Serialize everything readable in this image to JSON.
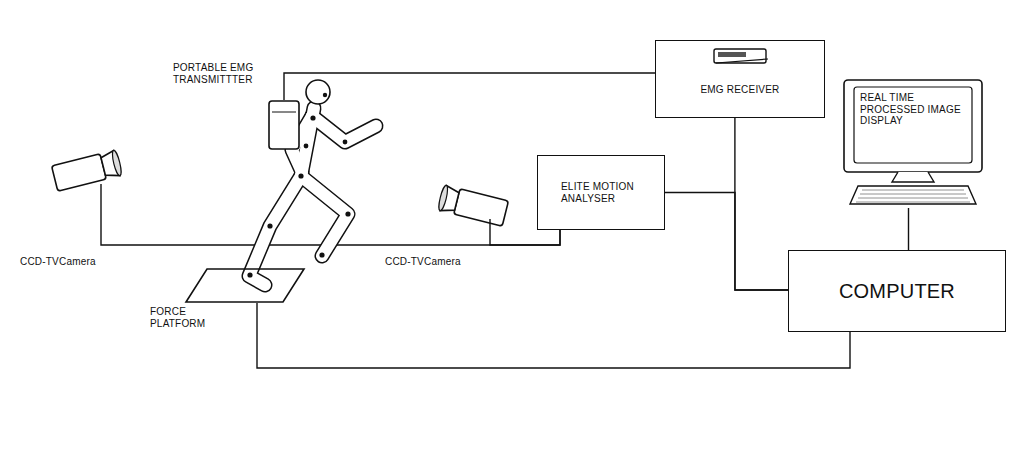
{
  "diagram": {
    "nodes": [
      {
        "text": [
          "PORTABLE EMG TRANSMITTTER"
        ]
      },
      {
        "text": [
          "EMG RECEIVER"
        ]
      },
      {
        "text": [
          "ELITE MOTION ANALYSER"
        ]
      },
      {
        "text": [
          "REAL TIME PROCESSED IMAGE DISPLAY"
        ]
      },
      {
        "text": [
          "COMPUTER"
        ]
      },
      {
        "text": [
          "CCD-TVCamera"
        ]
      },
      {
        "text": [
          "CCD-TVCamera"
        ]
      },
      {
        "text": [
          "FORCE PLATFORM"
        ]
      }
    ],
    "edges": [
      {
        "from": 0,
        "to": 1,
        "arrow": "none"
      },
      {
        "from": 1,
        "to": 4,
        "arrow": "none"
      },
      {
        "from": 2,
        "to": 4,
        "arrow": "none"
      },
      {
        "from": 3,
        "to": 4,
        "arrow": "none"
      },
      {
        "from": 5,
        "to": 2,
        "arrow": "none"
      },
      {
        "from": 6,
        "to": 2,
        "arrow": "none"
      },
      {
        "from": 7,
        "to": 4,
        "arrow": "none"
      }
    ]
  }
}
